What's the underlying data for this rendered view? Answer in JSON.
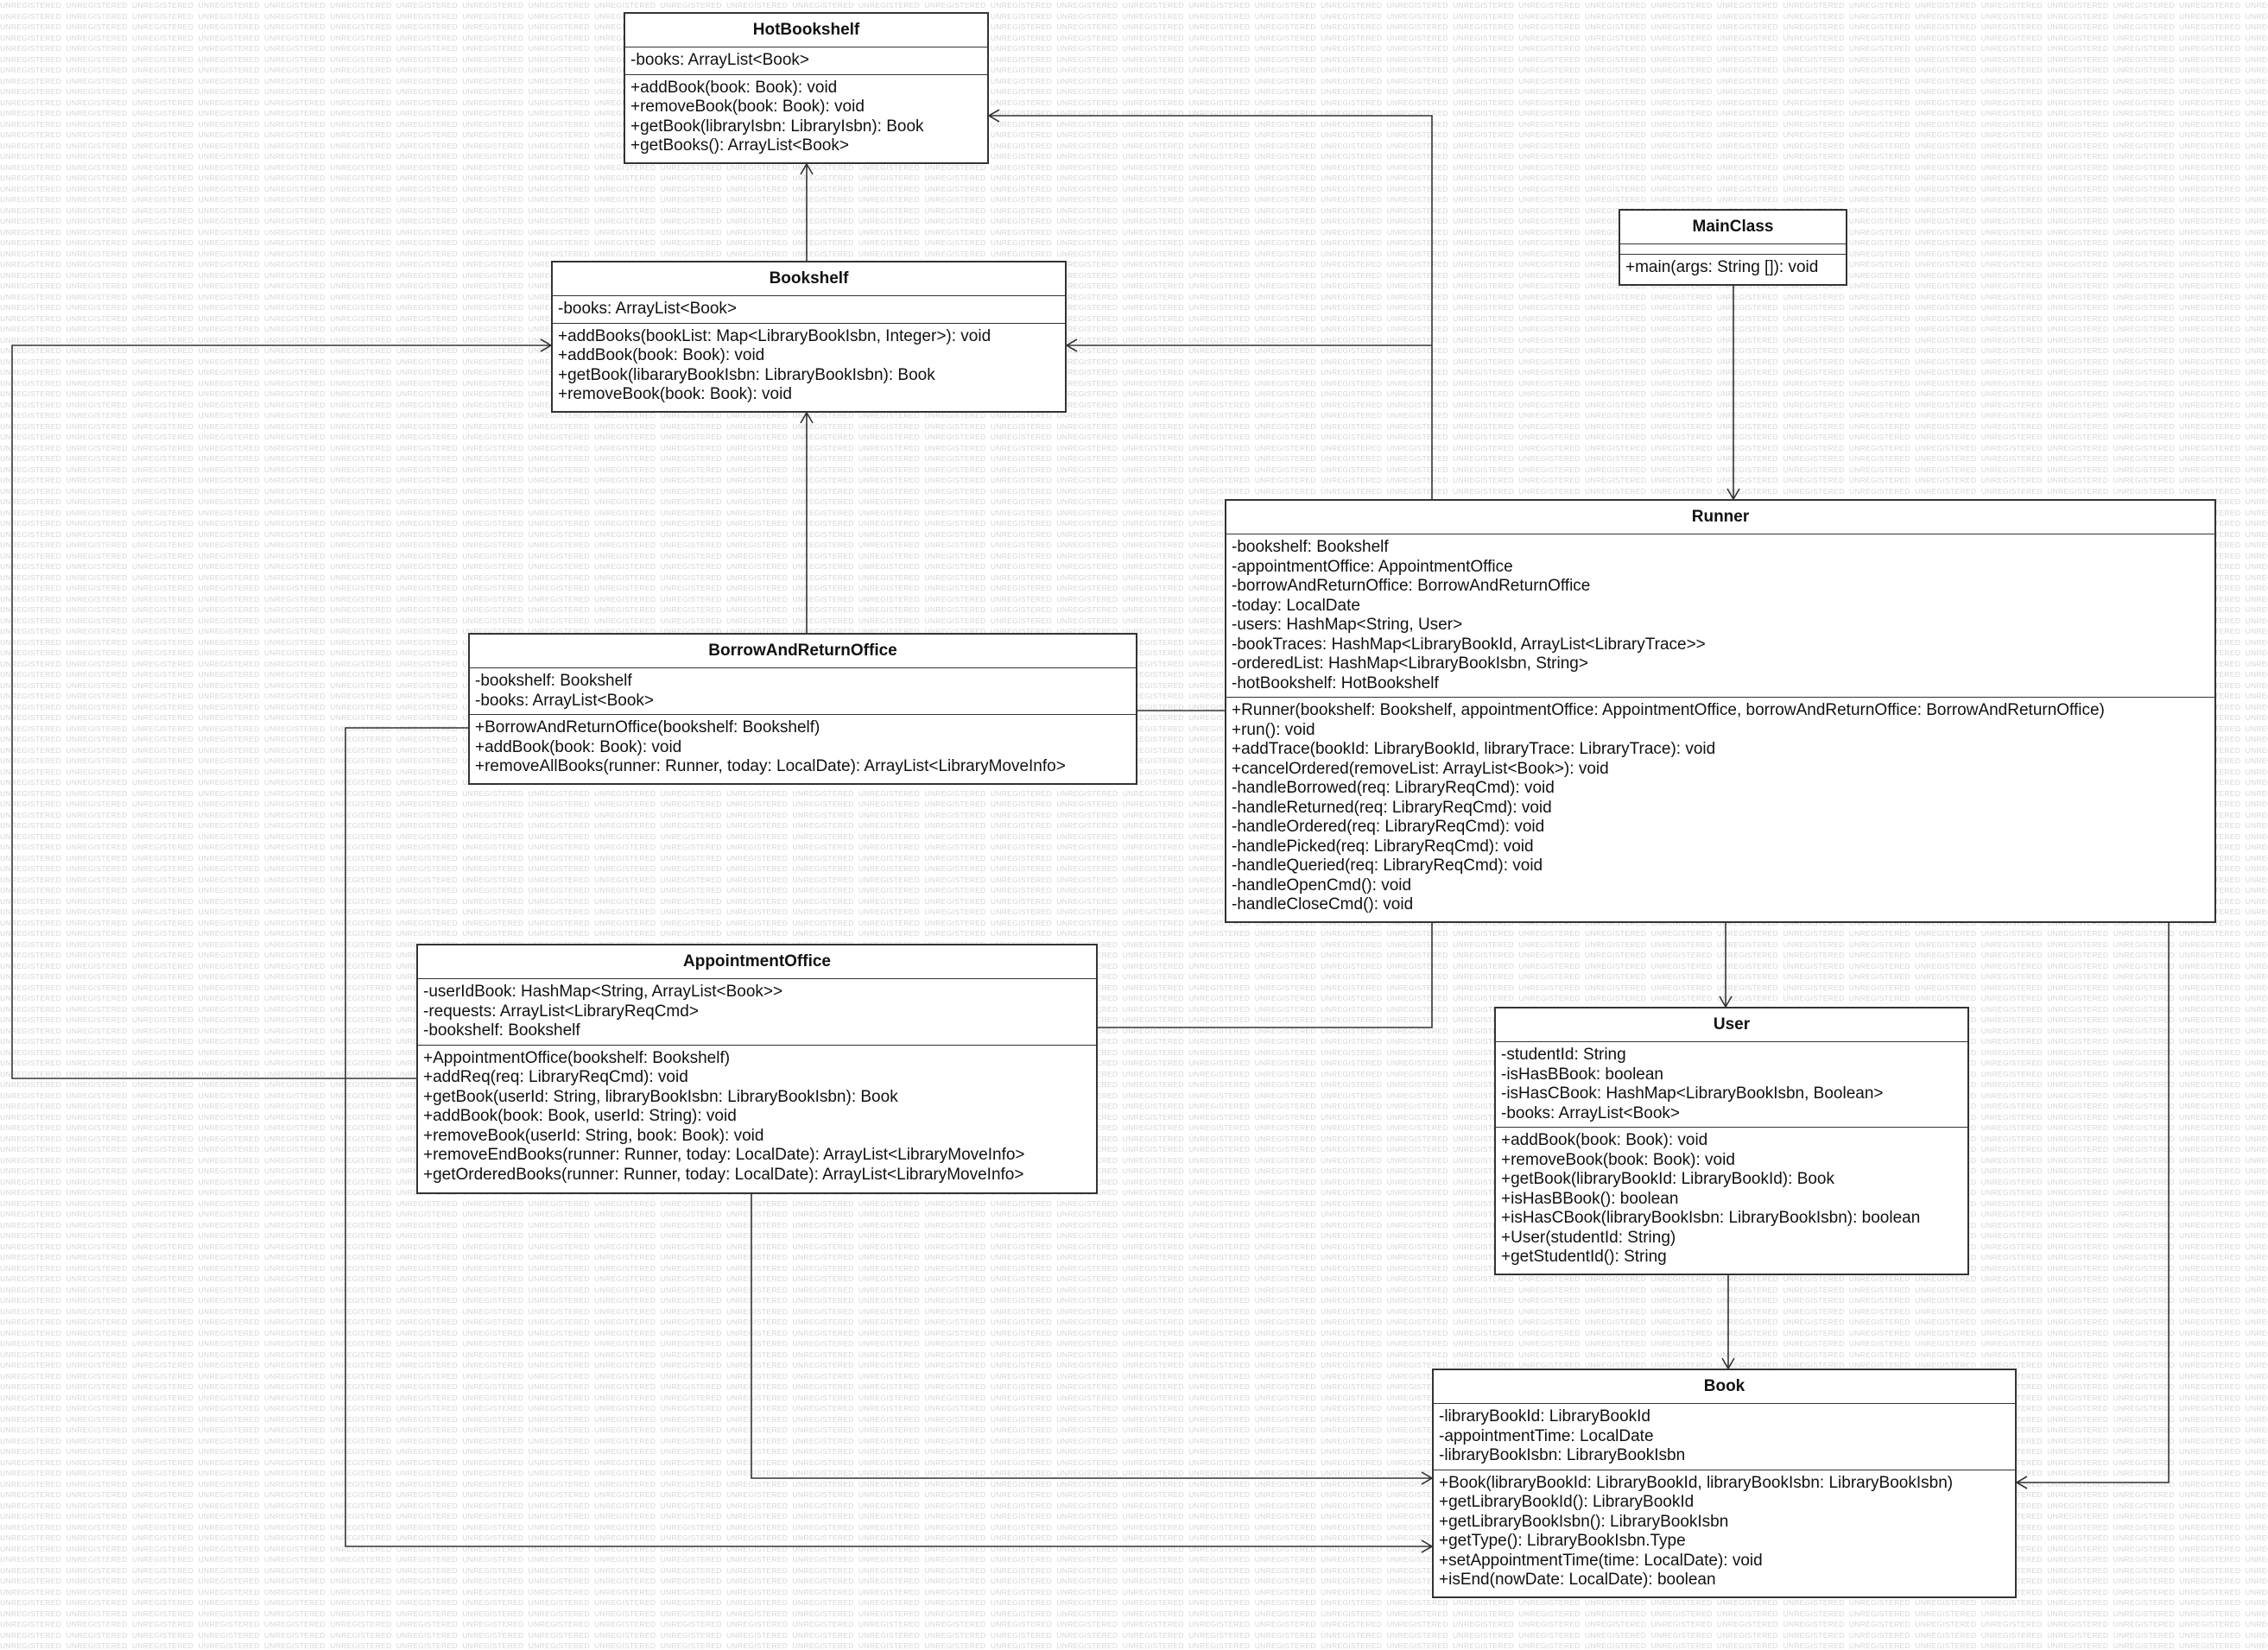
{
  "watermark": "UNREGISTERED",
  "classes": {
    "hotbookshelf": {
      "name": "HotBookshelf",
      "attributes": [
        "-books: ArrayList<Book>"
      ],
      "methods": [
        "+addBook(book: Book): void",
        "+removeBook(book: Book): void",
        "+getBook(libraryIsbn: LibraryIsbn): Book",
        "+getBooks(): ArrayList<Book>"
      ]
    },
    "bookshelf": {
      "name": "Bookshelf",
      "attributes": [
        "-books: ArrayList<Book>"
      ],
      "methods": [
        "+addBooks(bookList: Map<LibraryBookIsbn, Integer>): void",
        "+addBook(book: Book): void",
        "+getBook(libararyBookIsbn: LibraryBookIsbn): Book",
        "+removeBook(book: Book): void"
      ]
    },
    "mainclass": {
      "name": "MainClass",
      "attributes": [],
      "methods": [
        "+main(args: String []): void"
      ]
    },
    "runner": {
      "name": "Runner",
      "attributes": [
        "-bookshelf: Bookshelf",
        "-appointmentOffice: AppointmentOffice",
        "-borrowAndReturnOffice: BorrowAndReturnOffice",
        "-today: LocalDate",
        "-users: HashMap<String, User>",
        "-bookTraces: HashMap<LibraryBookId, ArrayList<LibraryTrace>>",
        "-orderedList: HashMap<LibraryBookIsbn, String>",
        "-hotBookshelf: HotBookshelf"
      ],
      "methods": [
        "+Runner(bookshelf: Bookshelf, appointmentOffice: AppointmentOffice, borrowAndReturnOffice: BorrowAndReturnOffice)",
        "+run(): void",
        "+addTrace(bookId: LibraryBookId, libraryTrace: LibraryTrace): void",
        "+cancelOrdered(removeList: ArrayList<Book>): void",
        "-handleBorrowed(req: LibraryReqCmd): void",
        "-handleReturned(req: LibraryReqCmd): void",
        "-handleOrdered(req: LibraryReqCmd): void",
        "-handlePicked(req: LibraryReqCmd): void",
        "-handleQueried(req: LibraryReqCmd): void",
        "-handleOpenCmd(): void",
        "-handleCloseCmd(): void"
      ]
    },
    "borrowandreturnoffice": {
      "name": "BorrowAndReturnOffice",
      "attributes": [
        "-bookshelf: Bookshelf",
        "-books: ArrayList<Book>"
      ],
      "methods": [
        "+BorrowAndReturnOffice(bookshelf: Bookshelf)",
        "+addBook(book: Book): void",
        "+removeAllBooks(runner: Runner, today: LocalDate): ArrayList<LibraryMoveInfo>"
      ]
    },
    "appointmentoffice": {
      "name": "AppointmentOffice",
      "attributes": [
        "-userIdBook: HashMap<String, ArrayList<Book>>",
        "-requests: ArrayList<LibraryReqCmd>",
        "-bookshelf: Bookshelf"
      ],
      "methods": [
        "+AppointmentOffice(bookshelf: Bookshelf)",
        "+addReq(req: LibraryReqCmd): void",
        "+getBook(userId: String, libraryBookIsbn: LibraryBookIsbn): Book",
        "+addBook(book: Book, userId: String): void",
        "+removeBook(userId: String, book: Book): void",
        "+removeEndBooks(runner: Runner, today: LocalDate): ArrayList<LibraryMoveInfo>",
        "+getOrderedBooks(runner: Runner, today: LocalDate): ArrayList<LibraryMoveInfo>"
      ]
    },
    "user": {
      "name": "User",
      "attributes": [
        "-studentId: String",
        "-isHasBBook: boolean",
        "-isHasCBook: HashMap<LibraryBookIsbn, Boolean>",
        "-books: ArrayList<Book>"
      ],
      "methods": [
        "+addBook(book: Book): void",
        "+removeBook(book: Book): void",
        "+getBook(libraryBookId: LibraryBookId): Book",
        "+isHasBBook(): boolean",
        "+isHasCBook(libraryBookIsbn: LibraryBookIsbn): boolean",
        "+User(studentId: String)",
        "+getStudentId(): String"
      ]
    },
    "book": {
      "name": "Book",
      "attributes": [
        "-libraryBookId: LibraryBookId",
        "-appointmentTime: LocalDate",
        "-libraryBookIsbn: LibraryBookIsbn"
      ],
      "methods": [
        "+Book(libraryBookId: LibraryBookId, libraryBookIsbn: LibraryBookIsbn)",
        "+getLibraryBookId(): LibraryBookId",
        "+getLibraryBookIsbn(): LibraryBookIsbn",
        "+getType(): LibraryBookIsbn.Type",
        "+setAppointmentTime(time: LocalDate): void",
        "+isEnd(nowDate: LocalDate): boolean"
      ]
    }
  },
  "colors": {
    "border": "#333333",
    "line": "#333333",
    "watermark": "#d6d6d6",
    "background": "#ffffff"
  }
}
